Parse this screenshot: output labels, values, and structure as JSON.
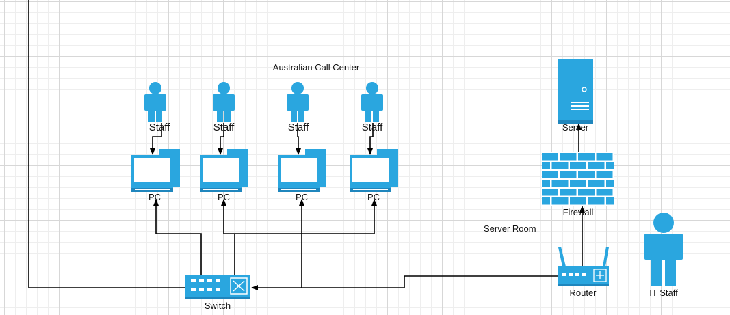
{
  "title": "Australian Call Center",
  "server_room_label": "Server Room",
  "staff": [
    {
      "label": "Staff"
    },
    {
      "label": "Staff"
    },
    {
      "label": "Staff"
    },
    {
      "label": "Staff"
    }
  ],
  "pcs": [
    {
      "label": "PC"
    },
    {
      "label": "PC"
    },
    {
      "label": "PC"
    },
    {
      "label": "PC"
    }
  ],
  "switch_label": "Switch",
  "router_label": "Router",
  "firewall_label": "Firewall",
  "server_label": "Server",
  "it_staff_label": "IT Staff",
  "colors": {
    "device": "#2aa6df",
    "device_dark": "#1f86bd",
    "screen": "#ffffff",
    "line": "#000000"
  }
}
